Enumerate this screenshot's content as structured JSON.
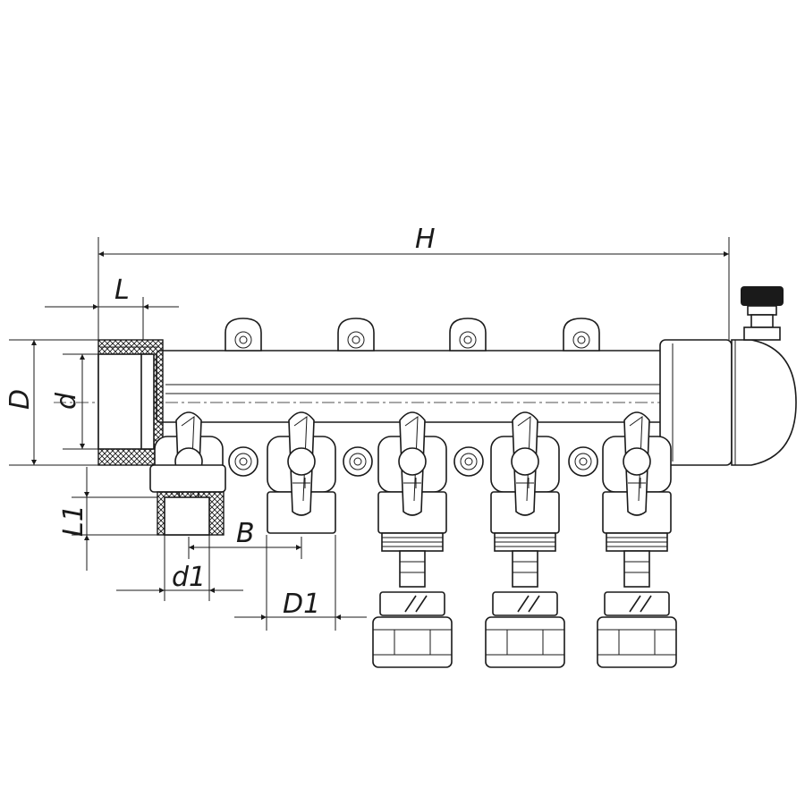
{
  "diagram": {
    "dimensions": {
      "overall_length": "H",
      "inlet_length": "L",
      "outer_diameter": "D",
      "inner_diameter": "d",
      "outlet_length": "L1",
      "outlet_spacing": "B",
      "outlet_inner_diameter": "d1",
      "outlet_outer_diameter": "D1"
    }
  }
}
